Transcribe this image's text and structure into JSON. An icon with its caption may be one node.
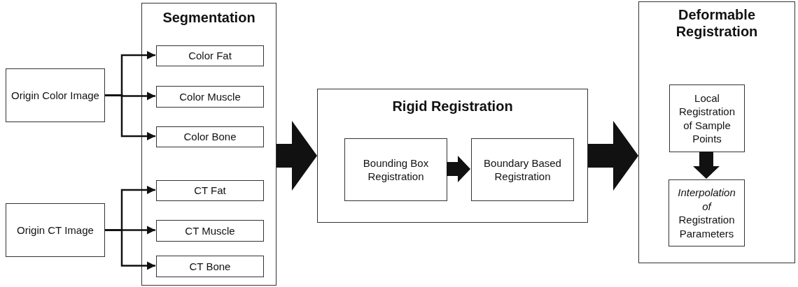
{
  "diagram": {
    "nodes": [
      {
        "text": [
          "Origin Color Image"
        ]
      },
      {
        "text": [
          "Origin CT Image"
        ]
      },
      {
        "text": [
          "Segmentation"
        ]
      },
      {
        "text": [
          "Color Fat"
        ],
        "in": 2
      },
      {
        "text": [
          "Color Muscle"
        ],
        "in": 2
      },
      {
        "text": [
          "Color Bone"
        ],
        "in": 2
      },
      {
        "text": [
          "CT Fat"
        ],
        "in": 2
      },
      {
        "text": [
          "CT Muscle"
        ],
        "in": 2
      },
      {
        "text": [
          "CT Bone"
        ],
        "in": 2
      },
      {
        "text": [
          "Rigid Registration"
        ]
      },
      {
        "text": [
          "Bounding Box Registration"
        ],
        "in": 9
      },
      {
        "text": [
          "Boundary Based Registration"
        ],
        "in": 9
      },
      {
        "text": [
          "Deformable Registration"
        ]
      },
      {
        "text": [
          "Local Registration of Sample Points"
        ],
        "in": 12
      },
      {
        "text": [
          "*Interpolation of* Registration Parameters"
        ],
        "in": 12
      }
    ],
    "edges": [
      {
        "from": 0,
        "to": 3,
        "arrow": "to"
      },
      {
        "from": 0,
        "to": 4,
        "arrow": "to"
      },
      {
        "from": 0,
        "to": 5,
        "arrow": "to"
      },
      {
        "from": 1,
        "to": 6,
        "arrow": "to"
      },
      {
        "from": 1,
        "to": 7,
        "arrow": "to"
      },
      {
        "from": 1,
        "to": 8,
        "arrow": "to"
      },
      {
        "from": 2,
        "to": 9,
        "arrow": "to",
        "style": "thick"
      },
      {
        "from": 9,
        "to": 12,
        "arrow": "to",
        "style": "thick"
      },
      {
        "from": 10,
        "to": 11,
        "arrow": "to",
        "style": "thick"
      },
      {
        "from": 13,
        "to": 14,
        "arrow": "to",
        "style": "thick"
      }
    ]
  }
}
